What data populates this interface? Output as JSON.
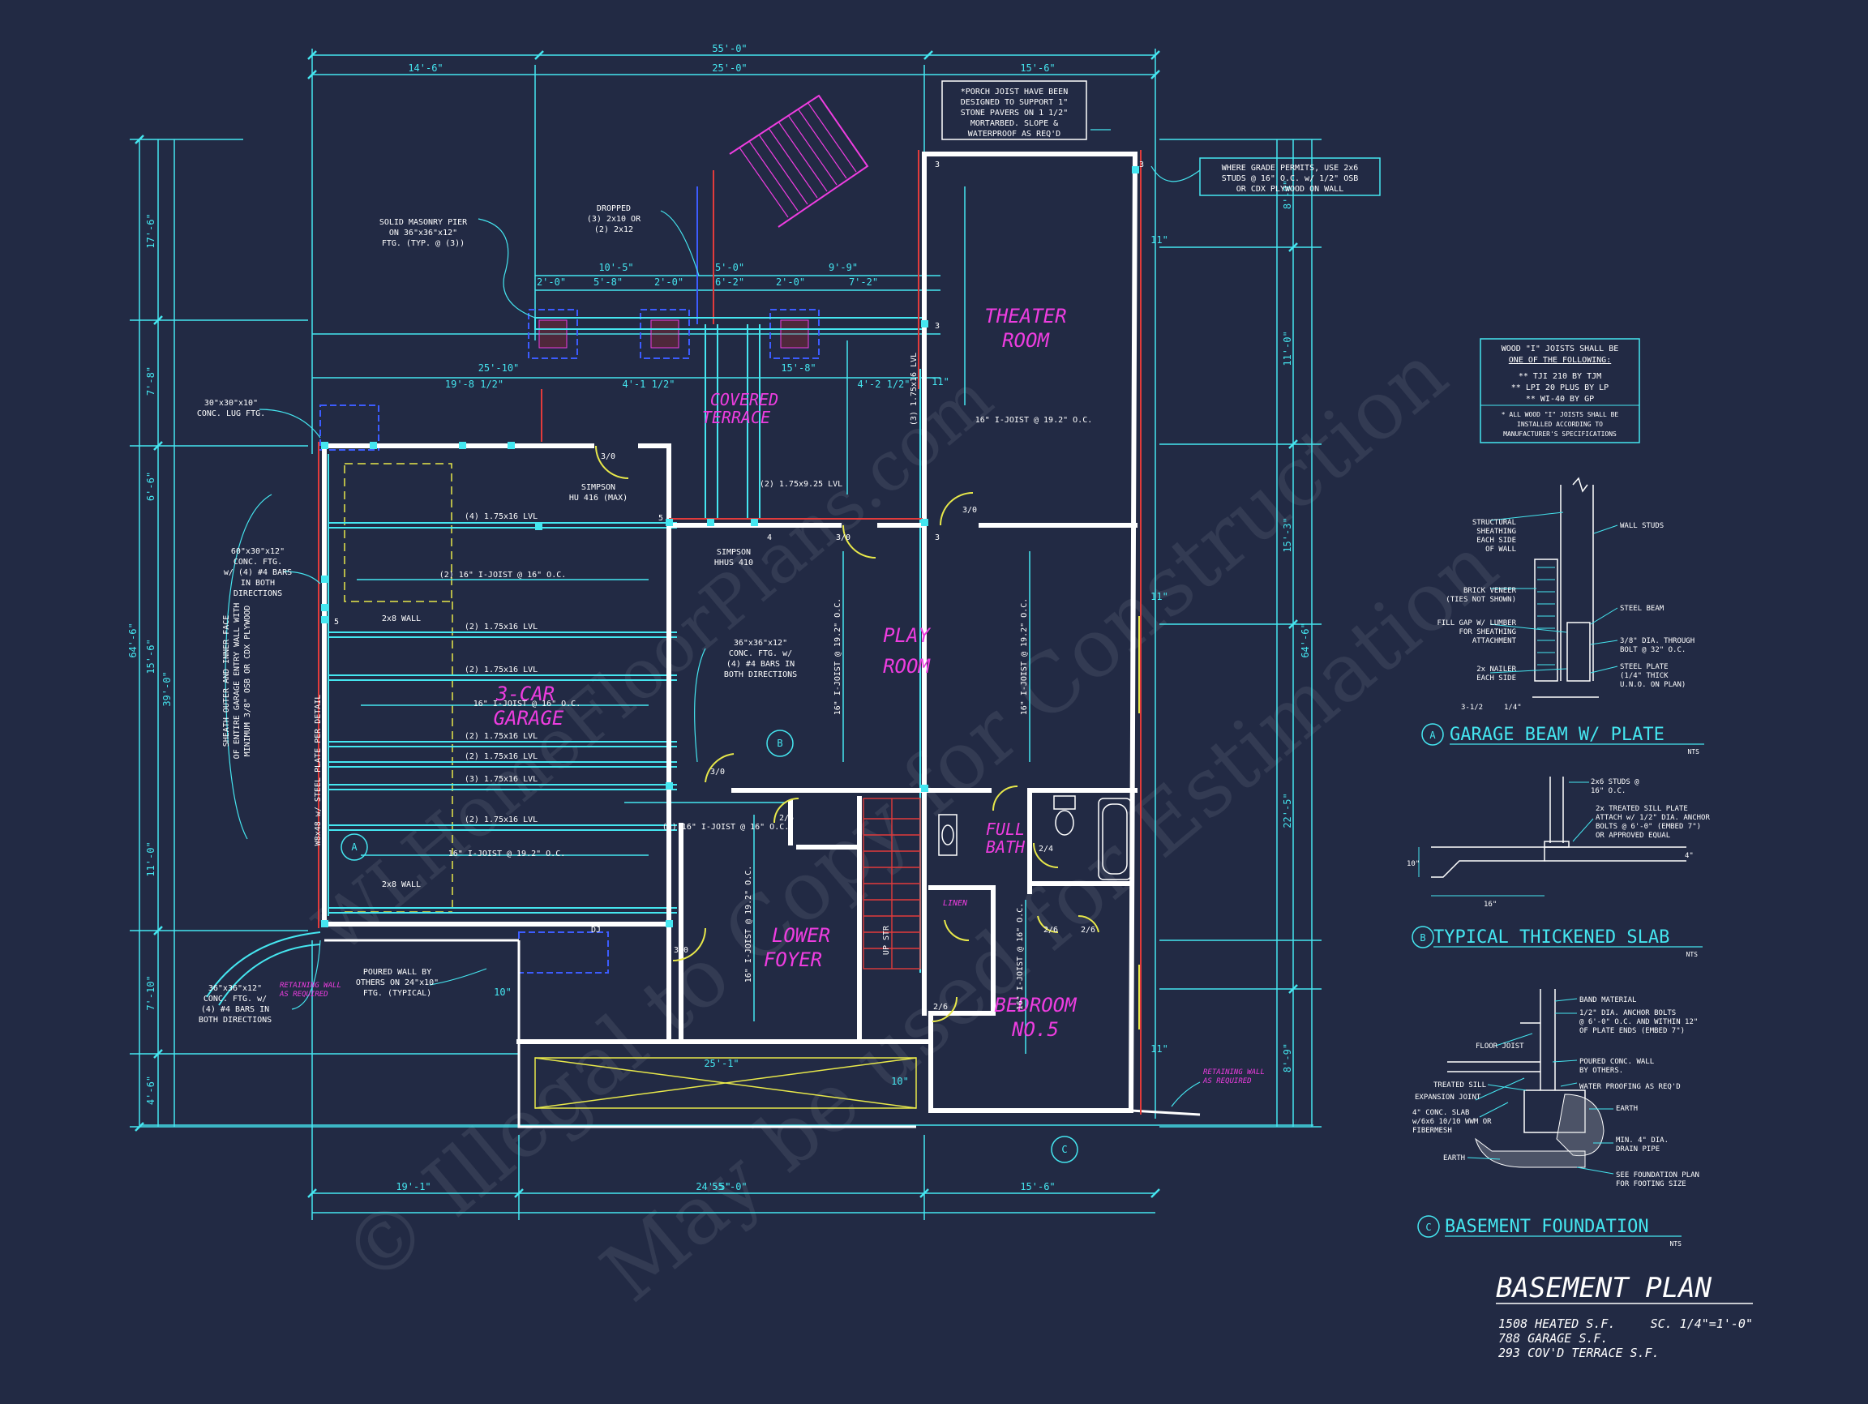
{
  "colors": {
    "background": "#222a44",
    "dimension_cyan": "#45e6f0",
    "room_label_magenta": "#ee3de0",
    "wall_white": "#ffffff",
    "beam_yellow": "#e8e84a",
    "stair_red": "#e23b3b",
    "footing_blue": "#3c5cff"
  },
  "sheet": {
    "title": "BASEMENT PLAN",
    "stats": [
      "1508 HEATED S.F.",
      "788 GARAGE S.F.",
      "293 COV'D TERRACE S.F."
    ],
    "scale": "SC. 1/4\"=1'-0\""
  },
  "watermark": {
    "line1": "© Illegal to Copy for Construction",
    "line2": "May be used for Estimation",
    "line3": "WLHomeFloorPlans.com"
  },
  "rooms": {
    "theater": [
      "THEATER",
      "ROOM"
    ],
    "garage": [
      "3-CAR",
      "GARAGE"
    ],
    "play": [
      "PLAY",
      "ROOM"
    ],
    "terrace": [
      "COVERED",
      "TERRACE"
    ],
    "foyer": [
      "LOWER",
      "FOYER"
    ],
    "bath": [
      "FULL",
      "BATH"
    ],
    "bedroom": [
      "BEDROOM",
      "NO.5"
    ],
    "linen": "LINEN"
  },
  "dims": {
    "top_overall": "55'-0\"",
    "top_middle": "25'-0\"",
    "top_left": "14'-6\"",
    "top_right": "15'-6\"",
    "terrace_1": "10'-5\"",
    "terrace_2": "5'-0\"",
    "terrace_3": "9'-9\"",
    "terrace_a": "2'-0\"",
    "terrace_b": "5'-8\"",
    "terrace_c": "2'-0\"",
    "terrace_d": "6'-2\"",
    "terrace_e": "2'-0\"",
    "terrace_f": "7'-2\"",
    "row2_a": "25'-10\"",
    "row2_b": "15'-8\"",
    "row3_a": "19'-8 1/2\"",
    "row3_b": "4'-1 1/2\"",
    "row3_c": "4'-2 1/2\"",
    "bottom_overall": "55'-0\"",
    "bottom_left": "19'-1\"",
    "bottom_mid": "24'-5\"",
    "bottom_right": "15'-6\"",
    "bottom_inner": "25'-1\"",
    "left_overall": "64'-6\"",
    "left_1": "17'-6\"",
    "left_2": "7'-8\"",
    "left_3": "6'-6\"",
    "left_4": "15'-6\"",
    "left_5": "11'-0\"",
    "left_6": "7'-10\"",
    "left_7": "4'-6\"",
    "left_mid": "39'-0\"",
    "right_overall": "64'-6\"",
    "right_1": "8'-9\"",
    "right_2": "11'-0\"",
    "right_3": "15'-3\"",
    "right_4": "22'-5\"",
    "right_5": "8'-9\"",
    "wall_11": "11\"",
    "wall_10": "10\""
  },
  "notes": {
    "porch": [
      "*PORCH JOIST HAVE BEEN",
      "DESIGNED TO SUPPORT 1\"",
      "STONE PAVERS ON 1 1/2\"",
      "MORTARBED. SLOPE &",
      "WATERPROOF AS REQ'D"
    ],
    "grade": [
      "WHERE GRADE PERMITS, USE 2x6",
      "STUDS @ 16\" O.C. w/ 1/2\" OSB",
      "OR CDX PLYWOOD ON WALL"
    ],
    "pier": [
      "SOLID MASONRY PIER",
      "ON 36\"x36\"x12\"",
      "FTG. (TYP. @ (3))"
    ],
    "dropped": [
      "DROPPED",
      "(3) 2x10 OR",
      "(2) 2x12"
    ],
    "lug": [
      "30\"x30\"x10\"",
      "CONC. LUG FTG."
    ],
    "ftg60": [
      "60\"x30\"x12\"",
      "CONC. FTG.",
      "w/ (4) #4 BARS",
      "IN BOTH",
      "DIRECTIONS"
    ],
    "ftg36_left": [
      "36\"x36\"x12\"",
      "CONC. FTG. w/",
      "(4) #4 BARS IN",
      "BOTH DIRECTIONS"
    ],
    "ftg36_center": [
      "36\"x36\"x12\"",
      "CONC. FTG. w/",
      "(4) #4 BARS IN",
      "BOTH DIRECTIONS"
    ],
    "sheath": [
      "SHEATH OUTER AND INNER FACE",
      "OF ENTIRE GARAGE ENTRY WALL WITH",
      "MINIMUM 3/8\" OSB OR CDX PLYWOOD"
    ],
    "steel_plate": "W8x48 w/ STEEL PLATE PER DETAIL",
    "poured": [
      "POURED WALL BY",
      "OTHERS ON 24\"x10\"",
      "FTG. (TYPICAL)"
    ],
    "simpson_hu": [
      "SIMPSON",
      "HU 416 (MAX)"
    ],
    "simpson_hhus": [
      "SIMPSON",
      "HHUS 410"
    ],
    "retaining": [
      "RETAINING WALL",
      "AS REQUIRED"
    ],
    "wall_2x8": "2x8 WALL",
    "joist_theater": "16\" I-JOIST @ 19.2\" O.C.",
    "joist_garage_a": "(2) 16\" I-JOIST @ 16\" O.C.",
    "joist_garage_b": "16\" I-JOIST @ 16\" O.C.",
    "joist_garage_c": "16\" I-JOIST @ 19.2\" O.C.",
    "joist_play": "16\" I-JOIST @ 19.2\" O.C.",
    "joist_foyer": "16\" I-JOIST @ 19.2\" O.C.",
    "joist_bed": "16\" I-JOIST @ 16\" O.C.",
    "joist_hall": "(2) 16\" I-JOIST @ 16\" O.C.",
    "lvl_a": "(4) 1.75x16 LVL",
    "lvl_b": "(2) 1.75x16 LVL",
    "lvl_c": "(3) 1.75x16 LVL",
    "lvl_d": "(2) 1.75x9.25 LVL",
    "dj": "DJ",
    "upstr": "UP STR",
    "door_label": "3/0",
    "door_small": "2/6",
    "door_bath": "2/4",
    "door_linen": "2/6",
    "post": "3",
    "post_5": "5",
    "post_4": "4"
  },
  "legend": {
    "title": "WOOD \"I\" JOISTS SHALL BE",
    "subtitle": "ONE OF THE FOLLOWING:",
    "items": [
      "** TJI 210 BY TJM",
      "** LPI 20 PLUS BY LP",
      "** WI-40 BY GP"
    ],
    "footer": [
      "* ALL WOOD \"I\" JOISTS SHALL BE",
      "INSTALLED ACCORDING TO",
      "MANUFACTURER'S SPECIFICATIONS"
    ]
  },
  "details": {
    "a": {
      "letter": "A",
      "title": "GARAGE BEAM W/ PLATE",
      "nts": "NTS",
      "labels": [
        "STRUCTURAL",
        "SHEATHING",
        "EACH SIDE",
        "OF WALL",
        "BRICK VENEER",
        "(TIES NOT SHOWN)",
        "FILL GAP W/ LUMBER",
        "FOR SHEATHING",
        "ATTACHMENT",
        "2x NAILER",
        "EACH SIDE",
        "WALL STUDS",
        "STEEL BEAM",
        "3/8\" DIA. THROUGH",
        "BOLT @ 32\" O.C.",
        "STEEL PLATE",
        "(1/4\" THICK",
        "U.N.O. ON PLAN)",
        "3-1/2",
        "1/4\""
      ]
    },
    "b": {
      "letter": "B",
      "title": "TYPICAL THICKENED SLAB",
      "nts": "NTS",
      "labels": [
        "2x6 STUDS @",
        "16\" O.C.",
        "2x TREATED SILL PLATE",
        "ATTACH w/ 1/2\" DIA. ANCHOR",
        "BOLTS @ 6'-0\" (EMBED 7\")",
        "OR APPROVED EQUAL",
        "16\"",
        "10\"",
        "4\""
      ]
    },
    "c": {
      "letter": "C",
      "title": "BASEMENT FOUNDATION",
      "nts": "NTS",
      "labels": [
        "BAND MATERIAL",
        "1/2\" DIA. ANCHOR BOLTS",
        "@ 6'-0\" O.C. AND WITHIN 12\"",
        "OF PLATE ENDS (EMBED 7\")",
        "FLOOR JOIST",
        "TREATED SILL",
        "POURED CONC. WALL",
        "BY OTHERS.",
        "WATER PROOFING AS REQ'D",
        "EXPANSION JOINT",
        "EARTH",
        "4\" CONC. SLAB",
        "w/6x6 10/10 WWM OR",
        "FIBERMESH",
        "MIN. 4\" DIA.",
        "DRAIN PIPE",
        "EARTH",
        "SEE FOUNDATION PLAN",
        "FOR FOOTING SIZE"
      ]
    }
  }
}
